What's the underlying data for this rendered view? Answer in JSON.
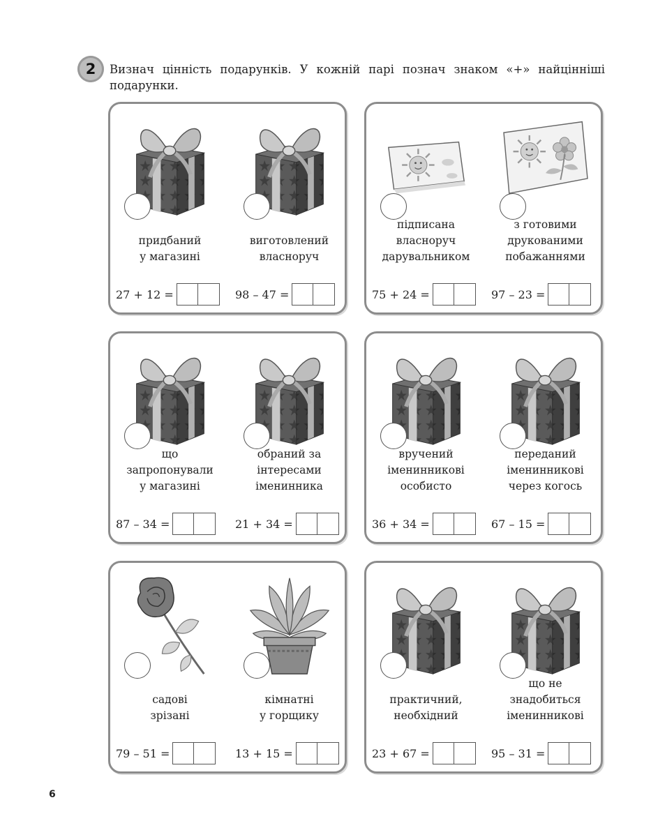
{
  "task": {
    "number": "2",
    "instruction": "Визнач цінність подарунків. У кожній парі познач знаком «+» найцінніші подарунки."
  },
  "cards": [
    {
      "items": [
        {
          "icon": "gift-box-icon",
          "caption": [
            "придбаний",
            "у магазині"
          ],
          "expression": "27 + 12 ="
        },
        {
          "icon": "gift-box-icon",
          "caption": [
            "виготовлений",
            "власноруч"
          ],
          "expression": "98 – 47 ="
        }
      ]
    },
    {
      "items": [
        {
          "icon": "sun-card-icon",
          "caption": [
            "підписана",
            "власноруч",
            "дарувальником"
          ],
          "expression": "75 + 24 ="
        },
        {
          "icon": "sun-flower-card-icon",
          "caption": [
            "з готовими",
            "друкованими",
            "побажаннями"
          ],
          "expression": "97 – 23 ="
        }
      ]
    },
    {
      "items": [
        {
          "icon": "gift-box-icon",
          "caption": [
            "що",
            "запропонували",
            "у магазині"
          ],
          "expression": "87 – 34 ="
        },
        {
          "icon": "gift-box-icon",
          "caption": [
            "обраний за",
            "інтересами",
            "іменинника"
          ],
          "expression": "21 + 34 ="
        }
      ]
    },
    {
      "items": [
        {
          "icon": "gift-box-icon",
          "caption": [
            "вручений",
            "іменинникові",
            "особисто"
          ],
          "expression": "36 + 34 ="
        },
        {
          "icon": "gift-box-icon",
          "caption": [
            "переданий",
            "іменинникові",
            "через когось"
          ],
          "expression": "67 – 15 ="
        }
      ]
    },
    {
      "items": [
        {
          "icon": "rose-icon",
          "caption": [
            "садові",
            "зрізані"
          ],
          "expression": "79 – 51 ="
        },
        {
          "icon": "potted-plant-icon",
          "caption": [
            "кімнатні",
            "у горщику"
          ],
          "expression": "13 + 15 ="
        }
      ]
    },
    {
      "items": [
        {
          "icon": "gift-box-icon",
          "caption": [
            "практичний,",
            "необхідний"
          ],
          "expression": "23 + 67 ="
        },
        {
          "icon": "gift-box-icon",
          "caption": [
            "що не",
            "знадобиться",
            "іменинникові"
          ],
          "expression": "95 – 31 ="
        }
      ]
    }
  ],
  "page_number": "6"
}
